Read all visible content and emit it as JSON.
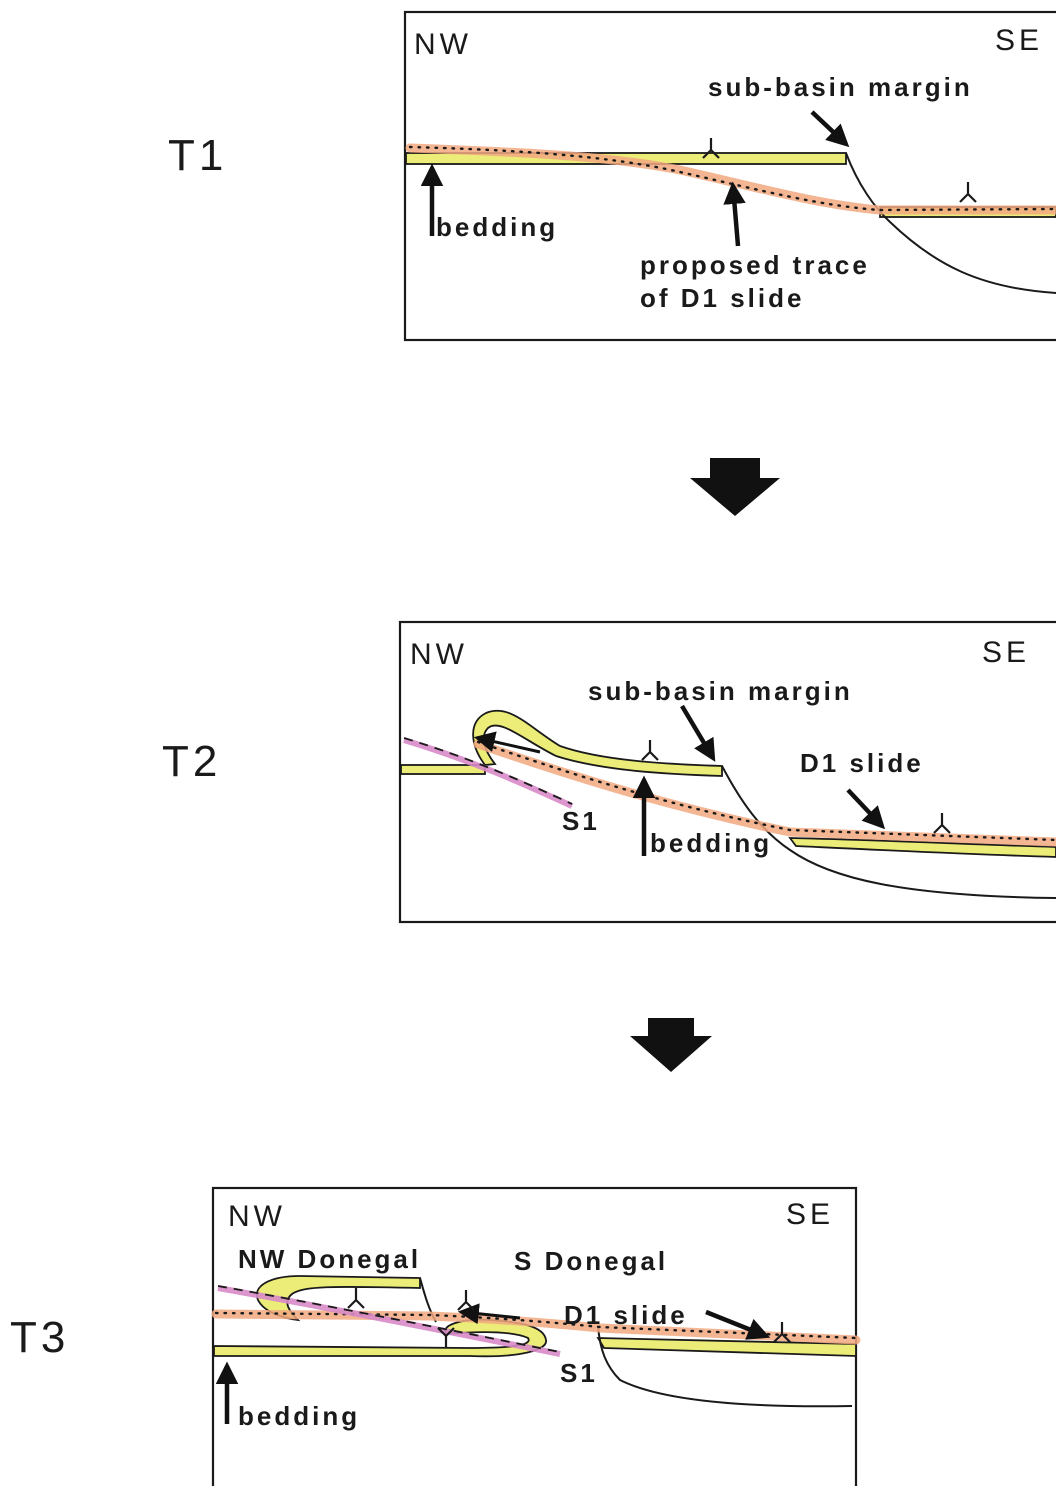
{
  "panels": [
    {
      "stage": "T1",
      "direction_left": "NW",
      "direction_right": "SE",
      "labels": {
        "margin": "sub-basin margin",
        "bedding": "bedding",
        "trace_line1": "proposed trace",
        "trace_line2": "of D1 slide"
      }
    },
    {
      "stage": "T2",
      "direction_left": "NW",
      "direction_right": "SE",
      "labels": {
        "margin": "sub-basin margin",
        "slide": "D1 slide",
        "s1": "S1",
        "bedding": "bedding"
      }
    },
    {
      "stage": "T3",
      "direction_left": "NW",
      "direction_right": "SE",
      "labels": {
        "nw_donegal": "NW Donegal",
        "s_donegal": "S Donegal",
        "slide": "D1 slide",
        "s1": "S1",
        "bedding": "bedding"
      }
    }
  ],
  "colors": {
    "bedding_fill": "#ecec78",
    "slide_zone": "#f2a880",
    "s1_cleavage": "#d889c8",
    "ink": "#1a1a1a"
  },
  "icons": [
    "way-up-symbol",
    "down-arrow"
  ]
}
